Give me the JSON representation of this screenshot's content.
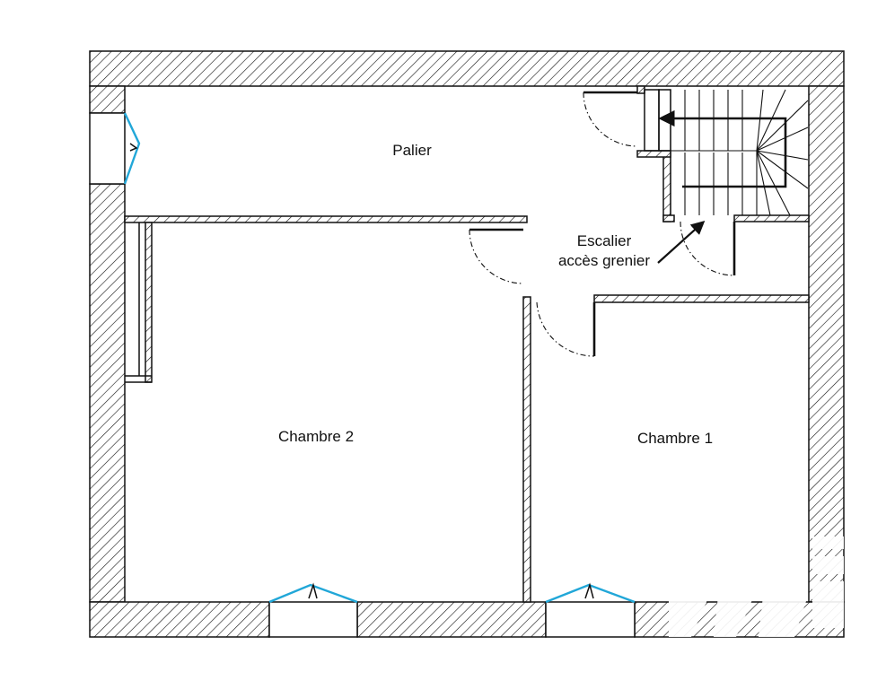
{
  "rooms": {
    "palier": "Palier",
    "chambre2": "Chambre 2",
    "chambre1": "Chambre 1"
  },
  "annotation": {
    "line1": "Escalier",
    "line2": "accès grenier"
  },
  "colors": {
    "walls": "#111111",
    "window_glass": "#21a7d8",
    "background": "#ffffff"
  },
  "icons": {
    "stair_arrow": "arrow-icon",
    "watermark": "watermark-logo"
  }
}
